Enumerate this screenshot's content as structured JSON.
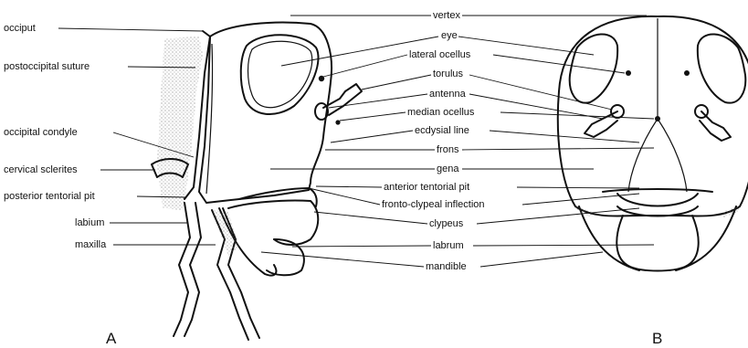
{
  "labels": {
    "occiput": "occiput",
    "postoccipital_suture": "postoccipital suture",
    "occipital_condyle": "occipital condyle",
    "cervical_sclerites": "cervical sclerites",
    "posterior_tentorial_pit": "posterior tentorial pit",
    "labium": "labium",
    "maxilla": "maxilla",
    "vertex": "vertex",
    "eye": "eye",
    "lateral_ocellus": "lateral ocellus",
    "torulus": "torulus",
    "antenna": "antenna",
    "median_ocellus": "median ocellus",
    "ecdysial_line": "ecdysial line",
    "frons": "frons",
    "gena": "gena",
    "anterior_tentorial_pit": "anterior tentorial pit",
    "fronto_clypeal_inflection": "fronto-clypeal inflection",
    "clypeus": "clypeus",
    "labrum": "labrum",
    "mandible": "mandible"
  },
  "panels": {
    "a": "A",
    "b": "B"
  }
}
